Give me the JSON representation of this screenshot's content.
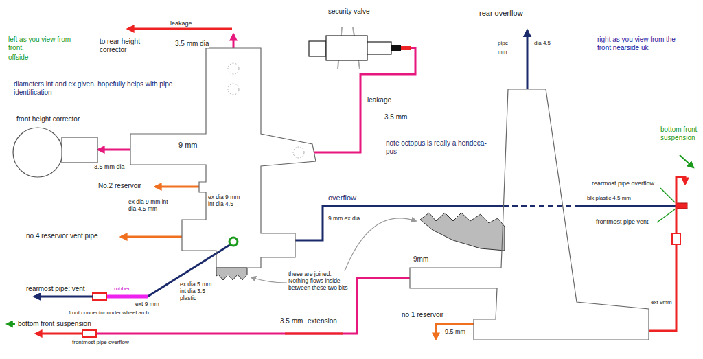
{
  "diagram": {
    "nodes": [
      {
        "text": [
          "9 mm"
        ]
      },
      {
        "text": [
          "front height corrector"
        ]
      },
      {
        "text": [
          "security valve"
        ]
      },
      {
        "text": [
          "9mm"
        ]
      }
    ],
    "edges": [
      {
        "from": 0,
        "to": 1,
        "arrow": "to",
        "label": "3.5 mm dia"
      },
      {
        "from": 0,
        "to": 2,
        "arrow": "none"
      },
      {
        "from": 0,
        "to": 3,
        "arrow": "none"
      }
    ],
    "labels": [
      "left as you view from front.",
      "offside",
      "to rear height corrector",
      "leakage",
      "3.5 mm dia",
      "diameters int and ex given. hopefully helps with pipe identification",
      "No.2 reservoir",
      "ex dia 9 mm int dia 4.5",
      "no.4 reservior vent pipe",
      "ex dia 9 mm int dia 4.5 mm",
      "rearmost pipe: vent",
      "rubber",
      "ext 9 mm",
      "front connector under wheel arch",
      "ex dia 5 mm int dia 3.5 plastic",
      "bottom front suspension",
      "frontmost pipe overflow",
      "leakage",
      "3.5 mm",
      "note octopus is really a hendeca-pus",
      "overflow",
      "9 mm ex dia",
      "these are joined. Nothing flows inside between these two bits",
      "3.5 mm",
      "extension",
      "no 1 reservoir",
      "9.5 mm",
      "rear overflow",
      "pipe",
      "dia 4.5",
      "mm",
      "right as you view from the front nearside uk",
      "bottom front suspension",
      "rearmost pipe overflow",
      "blk plastic 4.5 mm",
      "frontmost pipe vent",
      "ext 9mm"
    ]
  }
}
